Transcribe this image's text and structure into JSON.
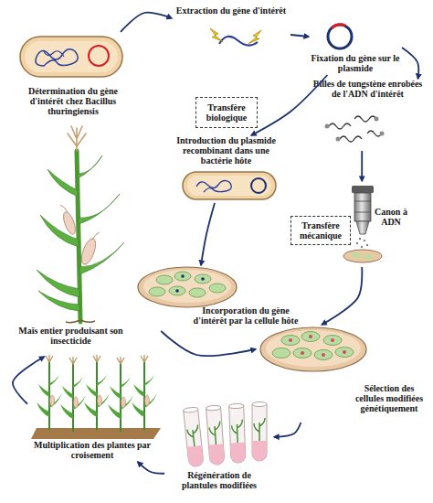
{
  "diagram": {
    "nodes": [
      {
        "text": [
          "Détermination du gène d'intérêt chez Bacillus thuringiensis"
        ]
      },
      {
        "text": [
          "Extraction du gène d'intérêt"
        ]
      },
      {
        "text": [
          "Fixation du gène sur le plasmide"
        ]
      },
      {
        "text": [
          "Transfère biologique"
        ]
      },
      {
        "text": [
          "Billes de tungstène enrobées de l'ADN d'intérêt"
        ]
      },
      {
        "text": [
          "Introduction du plasmide recombinant dans une bactérie hôte"
        ]
      },
      {
        "text": [
          "Transfère mécanique"
        ]
      },
      {
        "text": [
          "Canon à ADN"
        ]
      },
      {
        "text": [
          "Incorporation du gène d'intérêt par la cellule hôte"
        ]
      },
      {
        "text": [
          "Sélection des cellules modifiées génétiquement"
        ]
      },
      {
        "text": [
          "Régénération de plantules modifiées"
        ]
      },
      {
        "text": [
          "Multiplication des plantes par croisement"
        ]
      },
      {
        "text": [
          "Maïs entier produisant son insecticide"
        ]
      }
    ],
    "edges": [
      {
        "from": 0,
        "to": 1,
        "arrow": "to"
      },
      {
        "from": 1,
        "to": 2,
        "arrow": "to"
      },
      {
        "from": 2,
        "to": 5,
        "arrow": "to"
      },
      {
        "from": 2,
        "to": 4,
        "arrow": "to"
      },
      {
        "from": 4,
        "to": 7,
        "arrow": "to"
      },
      {
        "from": 5,
        "to": 8,
        "arrow": "to"
      },
      {
        "from": 7,
        "to": 9,
        "arrow": "to"
      },
      {
        "from": 8,
        "to": 9,
        "arrow": "to"
      },
      {
        "from": 9,
        "to": 10,
        "arrow": "to"
      },
      {
        "from": 10,
        "to": 11,
        "arrow": "to"
      },
      {
        "from": 11,
        "to": 12,
        "arrow": "to"
      }
    ]
  }
}
